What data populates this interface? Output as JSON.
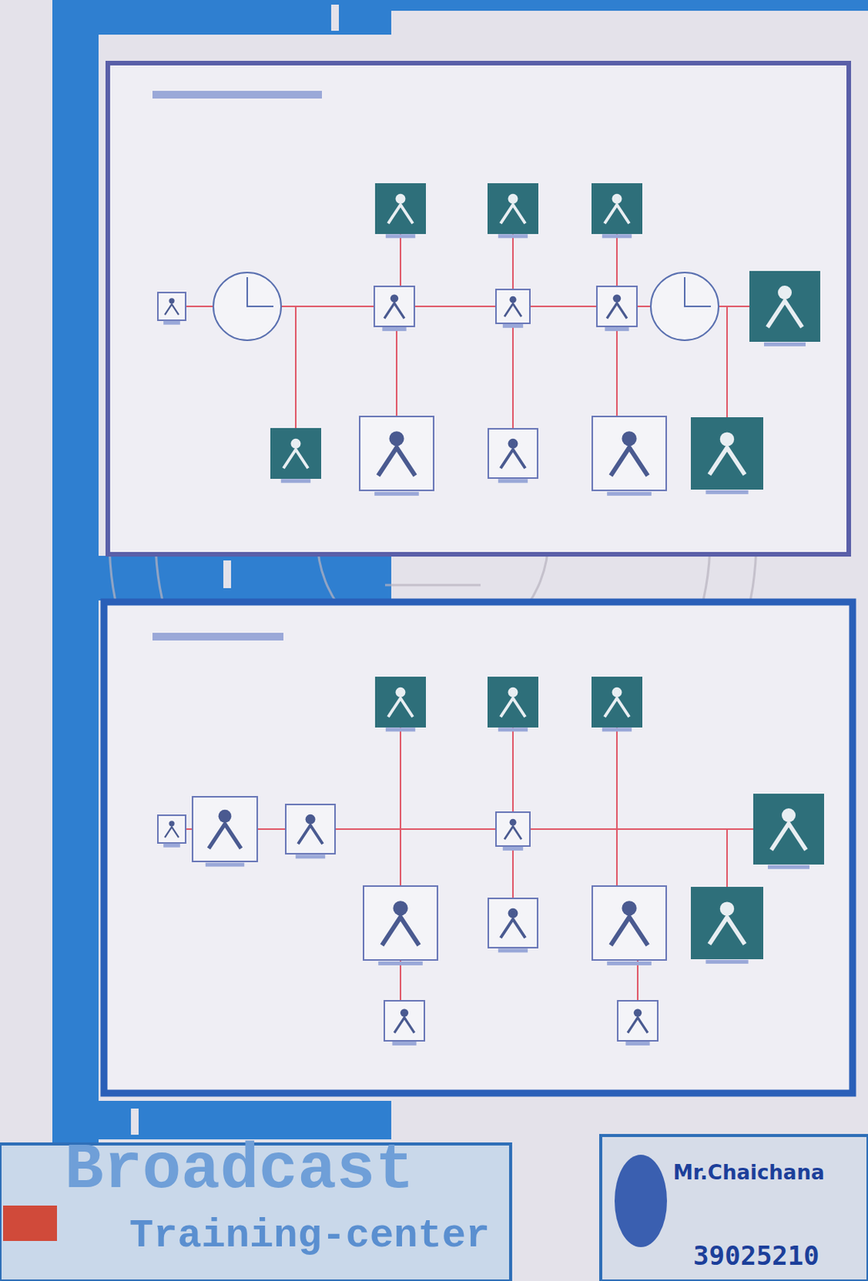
{
  "diagram": {
    "labels": [
      "Broadcast",
      "Training-center",
      "Mr.Chaichana",
      "39025210"
    ]
  }
}
